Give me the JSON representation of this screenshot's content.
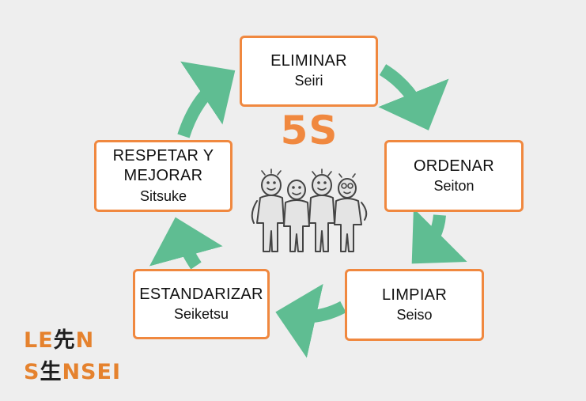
{
  "title": "5S",
  "steps": [
    {
      "name_lines": [
        "ELIMINAR"
      ],
      "japanese": "Seiri"
    },
    {
      "name_lines": [
        "ORDENAR"
      ],
      "japanese": "Seiton"
    },
    {
      "name_lines": [
        "LIMPIAR"
      ],
      "japanese": "Seiso"
    },
    {
      "name_lines": [
        "ESTANDARIZAR"
      ],
      "japanese": "Seiketsu"
    },
    {
      "name_lines": [
        "RESPETAR Y",
        "MEJORAR"
      ],
      "japanese": "Sitsuke"
    }
  ],
  "logo": {
    "line1": {
      "before": "LE",
      "kanji": "先",
      "after": "N"
    },
    "line2": {
      "before": "S",
      "kanji": "生",
      "after": "NSEI"
    }
  },
  "colors": {
    "box_border": "#f0883f",
    "arrow": "#5fbd92",
    "title": "#f0883f",
    "background": "#eeeeee"
  },
  "icons": [
    "team-people-illustration",
    "cycle-arrow"
  ]
}
